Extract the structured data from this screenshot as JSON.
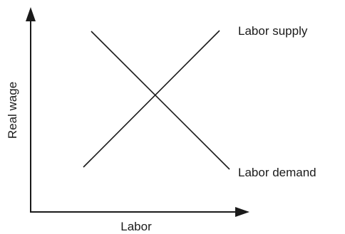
{
  "diagram": {
    "x_axis_label": "Labor",
    "y_axis_label": "Real wage",
    "curves": {
      "supply": {
        "label": "Labor supply",
        "slope": "upward"
      },
      "demand": {
        "label": "Labor demand",
        "slope": "downward"
      }
    }
  }
}
